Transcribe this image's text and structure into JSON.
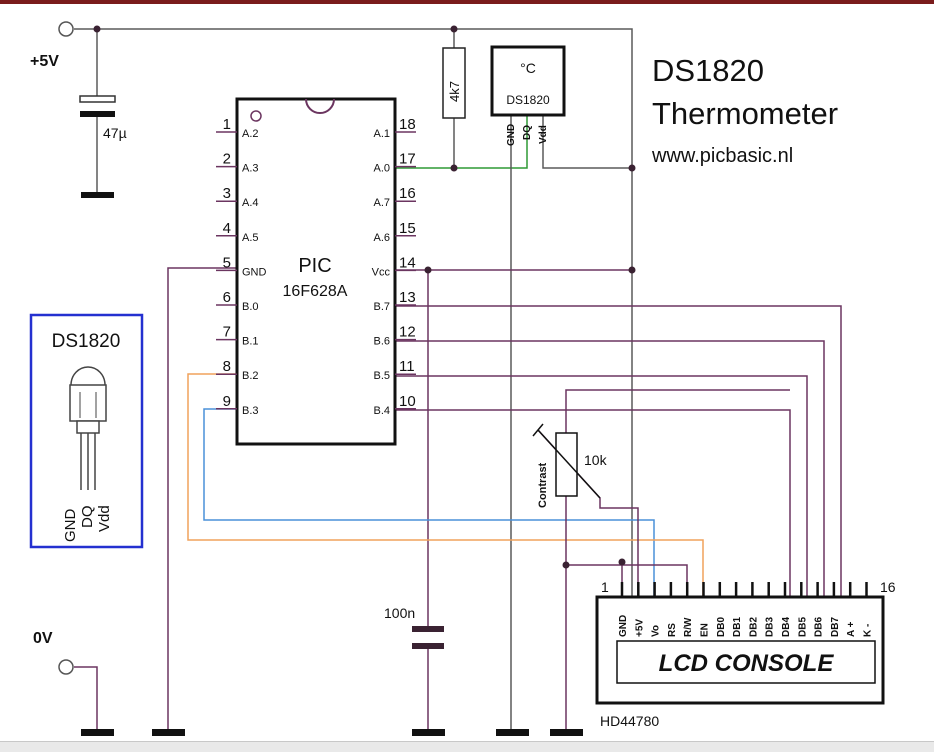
{
  "title": {
    "line1": "DS1820",
    "line2": "Thermometer",
    "url": "www.picbasic.nl"
  },
  "supply": {
    "plus": "+5V",
    "ground": "0V"
  },
  "capacitors": {
    "electrolytic": "47µ",
    "decoupling": "100n"
  },
  "resistors": {
    "pullup": "4k7",
    "contrast": "10k",
    "contrast_label": "Contrast"
  },
  "pic": {
    "name": "PIC",
    "model": "16F628A",
    "left_pins": [
      {
        "num": "1",
        "label": "A.2"
      },
      {
        "num": "2",
        "label": "A.3"
      },
      {
        "num": "3",
        "label": "A.4"
      },
      {
        "num": "4",
        "label": "A.5"
      },
      {
        "num": "5",
        "label": "GND"
      },
      {
        "num": "6",
        "label": "B.0"
      },
      {
        "num": "7",
        "label": "B.1"
      },
      {
        "num": "8",
        "label": "B.2"
      },
      {
        "num": "9",
        "label": "B.3"
      }
    ],
    "right_pins": [
      {
        "num": "18",
        "label": "A.1"
      },
      {
        "num": "17",
        "label": "A.0"
      },
      {
        "num": "16",
        "label": "A.7"
      },
      {
        "num": "15",
        "label": "A.6"
      },
      {
        "num": "14",
        "label": "Vcc"
      },
      {
        "num": "13",
        "label": "B.7"
      },
      {
        "num": "12",
        "label": "B.6"
      },
      {
        "num": "11",
        "label": "B.5"
      },
      {
        "num": "10",
        "label": "B.4"
      }
    ]
  },
  "sensor": {
    "unit": "°C",
    "name": "DS1820",
    "pins": [
      "GND",
      "DQ",
      "Vdd"
    ]
  },
  "package": {
    "title": "DS1820",
    "pins": [
      "GND",
      "DQ",
      "Vdd"
    ]
  },
  "lcd": {
    "pin_first": "1",
    "pin_last": "16",
    "pins": [
      "GND",
      "+5V",
      "Vo",
      "RS",
      "R/W",
      "EN",
      "DB0",
      "DB1",
      "DB2",
      "DB3",
      "DB4",
      "DB5",
      "DB6",
      "DB7",
      "A +",
      "K -"
    ],
    "display": "LCD CONSOLE",
    "controller": "HD44780"
  },
  "colors": {
    "wire": "#6b3560",
    "supply_wire": "#5a5a5a",
    "data_wire": "#2e9a35",
    "b3_wire": "#4a90d9",
    "b2_wire": "#f0a25c",
    "package_border": "#2430d0",
    "frame": "#7a1c1c"
  }
}
